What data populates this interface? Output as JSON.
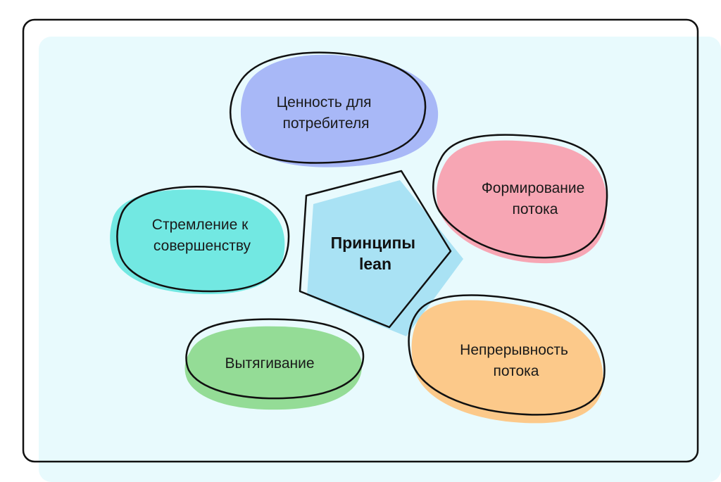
{
  "diagram": {
    "center": {
      "line1": "Принципы",
      "line2": "lean",
      "color": "#a9e2f4"
    },
    "nodes": [
      {
        "id": "value",
        "line1": "Ценность для",
        "line2": "потребителя",
        "color": "#a8b8f7"
      },
      {
        "id": "flow-forming",
        "line1": "Формирование",
        "line2": "потока",
        "color": "#f7a6b4"
      },
      {
        "id": "continuous-flow",
        "line1": "Непрерывность",
        "line2": "потока",
        "color": "#fcc98a"
      },
      {
        "id": "pull",
        "line1": "Вытягивание",
        "line2": "",
        "color": "#94dc96"
      },
      {
        "id": "perfection",
        "line1": "Стремление к",
        "line2": "совершенству",
        "color": "#72e8e2"
      }
    ]
  },
  "colors": {
    "panel_background": "#e8fafd",
    "frame_border": "#111111"
  }
}
